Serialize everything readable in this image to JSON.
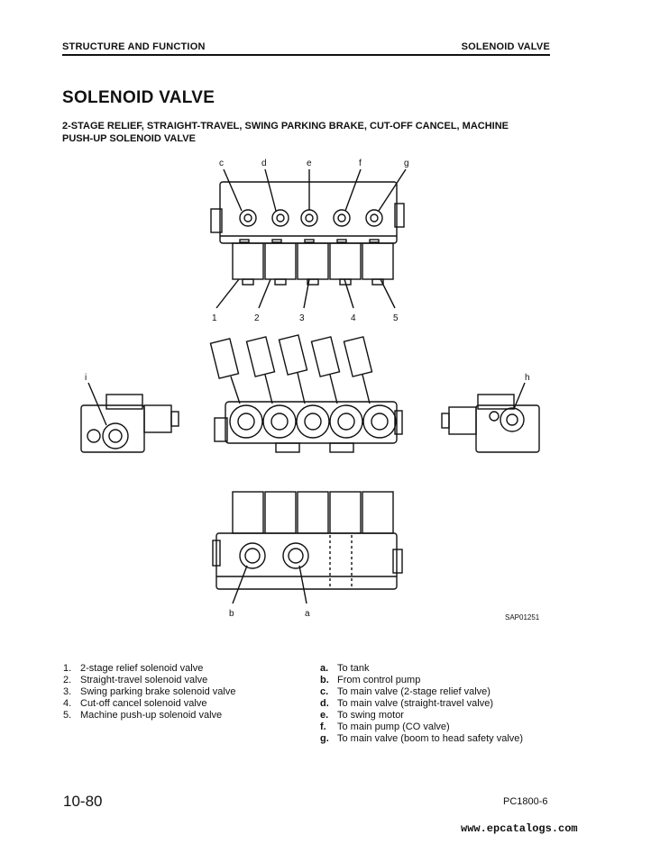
{
  "header": {
    "section": "STRUCTURE AND FUNCTION",
    "topic": "SOLENOID VALVE"
  },
  "title": "SOLENOID VALVE",
  "subtitle": "2-STAGE RELIEF, STRAIGHT-TRAVEL, SWING PARKING BRAKE, CUT-OFF CANCEL, MACHINE PUSH-UP SOLENOID VALVE",
  "figure": {
    "top_letters": [
      "c",
      "d",
      "e",
      "f",
      "g"
    ],
    "bottom_numbers": [
      "1",
      "2",
      "3",
      "4",
      "5"
    ],
    "side_left_label": "i",
    "side_right_label": "h",
    "bottom_labels": [
      "b",
      "a"
    ],
    "code": "SAP01251"
  },
  "legend_left": [
    {
      "key": "1.",
      "text": "2-stage relief solenoid valve"
    },
    {
      "key": "2.",
      "text": "Straight-travel solenoid valve"
    },
    {
      "key": "3.",
      "text": "Swing parking brake solenoid valve"
    },
    {
      "key": "4.",
      "text": "Cut-off cancel solenoid valve"
    },
    {
      "key": "5.",
      "text": "Machine push-up solenoid valve"
    }
  ],
  "legend_right": [
    {
      "key": "a.",
      "text": "To tank"
    },
    {
      "key": "b.",
      "text": "From control pump"
    },
    {
      "key": "c.",
      "text": "To main valve (2-stage relief valve)"
    },
    {
      "key": "d.",
      "text": "To main valve (straight-travel valve)"
    },
    {
      "key": "e.",
      "text": "To swing motor"
    },
    {
      "key": "f.",
      "text": "To main pump (CO valve)"
    },
    {
      "key": "g.",
      "text": "To main valve (boom to head safety valve)"
    }
  ],
  "footer": {
    "page": "10-80",
    "model": "PC1800-6",
    "watermark": "www.epcatalogs.com"
  }
}
